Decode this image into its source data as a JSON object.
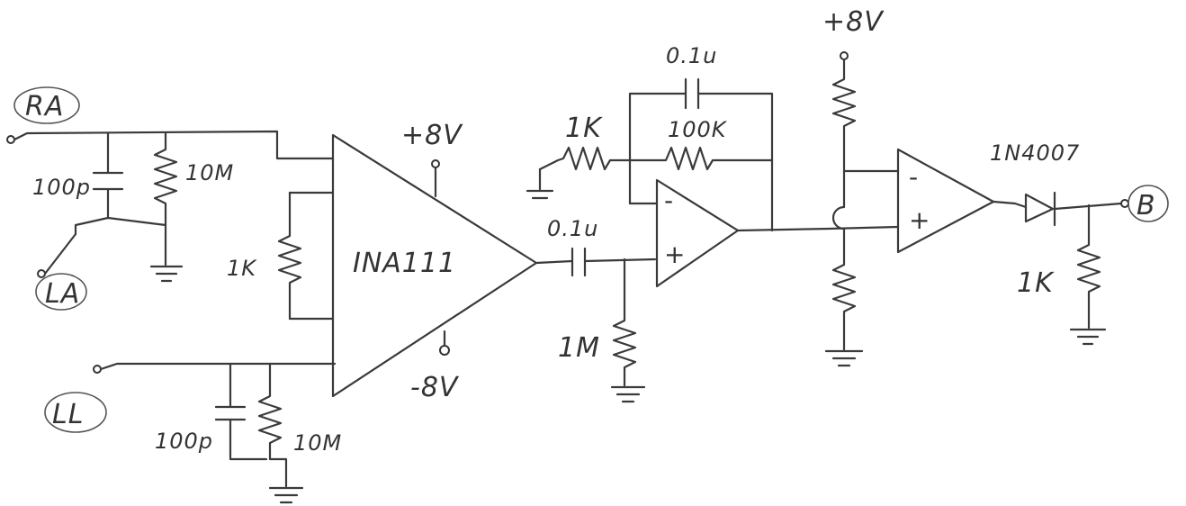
{
  "inputs": {
    "ra": "RA",
    "la": "LA",
    "ll": "LL",
    "out": "B"
  },
  "amplifier": {
    "name": "INA111",
    "supply_pos": "+8V",
    "supply_neg": "-8V",
    "gain_resistor": "1K"
  },
  "input_filter_top": {
    "cap": "100p",
    "res": "10M"
  },
  "input_filter_bottom": {
    "cap": "100p",
    "res": "10M"
  },
  "coupling": {
    "cap": "0.1u",
    "bias_res": "1M"
  },
  "stage2": {
    "rin": "1K",
    "rf": "100K",
    "cf": "0.1u",
    "minus": "-",
    "plus": "+"
  },
  "comparator": {
    "supply": "+8V",
    "minus": "-",
    "plus": "+"
  },
  "output": {
    "diode": "1N4007",
    "load_res": "1K"
  }
}
